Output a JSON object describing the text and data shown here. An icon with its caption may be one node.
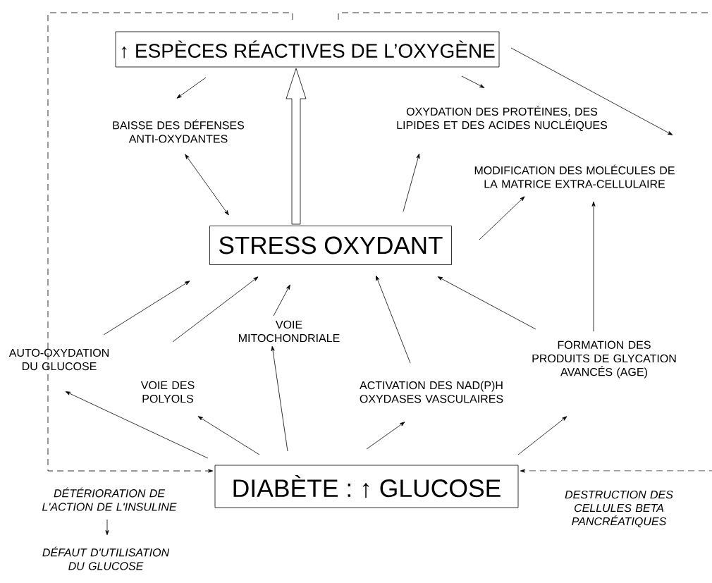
{
  "diagram": {
    "nodes": [
      {
        "text": [
          "↑ ESPÈCES RÉACTIVES DE L’OXYGÈNE"
        ]
      },
      {
        "text": [
          "BAISSE DES DÉFENSES ANTI-OXYDANTES"
        ]
      },
      {
        "text": [
          "OXYDATION DES PROTÉINES, DES LIPIDES ET DES ACIDES NUCLÉIQUES"
        ]
      },
      {
        "text": [
          "MODIFICATION DES MOLÉCULES DE LA MATRICE EXTRA-CELLULAIRE"
        ]
      },
      {
        "text": [
          "STRESS OXYDANT"
        ]
      },
      {
        "text": [
          "AUTO-OXYDATION DU GLUCOSE"
        ]
      },
      {
        "text": [
          "VOIE MITOCHONDRIALE"
        ]
      },
      {
        "text": [
          "VOIE DES POLYOLS"
        ]
      },
      {
        "text": [
          "ACTIVATION DES NAD(P)H OXYDASES VASCULAIRES"
        ]
      },
      {
        "text": [
          "FORMATION DES PRODUITS DE GLYCATION AVANCÉS (AGE)"
        ]
      },
      {
        "text": [
          "DIABÈTE : ↑ GLUCOSE"
        ]
      },
      {
        "text": [
          "DÉTÉRIORATION DE L'ACTION DE L'INSULINE"
        ]
      },
      {
        "text": [
          "DÉFAUT D'UTILISATION DU GLUCOSE"
        ]
      }
    ],
    "edges": [
      {
        "from": 0,
        "to": 1,
        "arrow": "to"
      },
      {
        "from": 0,
        "to": 2,
        "arrow": "to"
      },
      {
        "from": 0,
        "to": 3,
        "arrow": "to"
      },
      {
        "from": 1,
        "to": 4,
        "arrow": "both"
      },
      {
        "from": 4,
        "to": 0,
        "arrow": "to",
        "style": "thick"
      },
      {
        "from": 4,
        "to": 2,
        "arrow": "to"
      },
      {
        "from": 4,
        "to": 3,
        "arrow": "to"
      },
      {
        "from": 5,
        "to": 4,
        "arrow": "to"
      },
      {
        "from": 7,
        "to": 4,
        "arrow": "to"
      },
      {
        "from": 6,
        "to": 4,
        "arrow": "to"
      },
      {
        "from": 8,
        "to": 4,
        "arrow": "to"
      },
      {
        "from": 9,
        "to": 4,
        "arrow": "to"
      },
      {
        "from": 9,
        "to": 3,
        "arrow": "to"
      },
      {
        "from": 10,
        "to": 5,
        "arrow": "to"
      },
      {
        "from": 10,
        "to": 7,
        "arrow": "to"
      },
      {
        "from": 10,
        "to": 6,
        "arrow": "to"
      },
      {
        "from": 10,
        "to": 8,
        "arrow": "to"
      },
      {
        "from": 10,
        "to": 9,
        "arrow": "to"
      },
      {
        "from": 11,
        "to": 12,
        "arrow": "to"
      },
      {
        "from": 0,
        "to": 10,
        "arrow": "to",
        "style": "dashed"
      },
      {
        "from": 0,
        "to": 10,
        "arrow": "to",
        "style": "dashed"
      }
    ],
    "labels": [
      "DESTRUCTION DES CELLULES BETA PANCRÉATIQUES"
    ]
  }
}
